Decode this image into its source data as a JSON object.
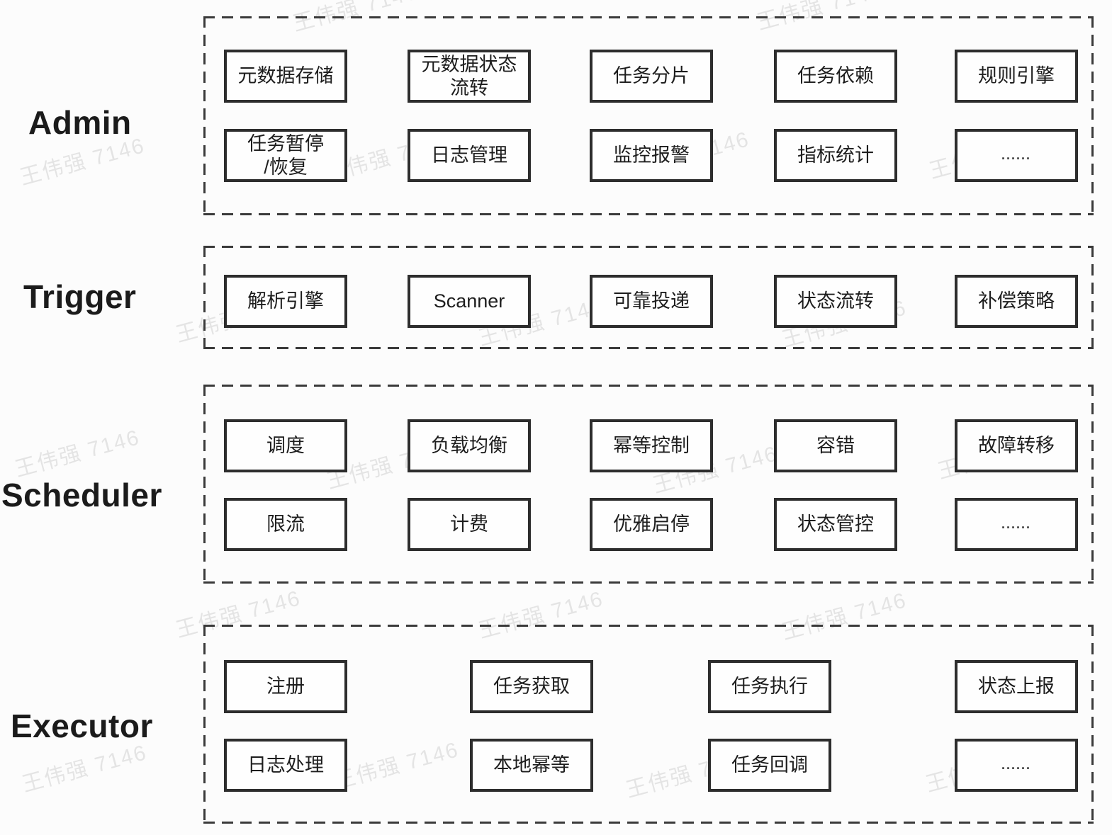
{
  "watermark": {
    "text": "王伟强 7146"
  },
  "colors": {
    "background": "#fcfcfc",
    "box_border": "#2d2d2d",
    "dashed_border": "#3a3a3a",
    "text": "#1d1d1d",
    "watermark": "#d9d9d9"
  },
  "sections": {
    "admin": {
      "label": "Admin",
      "row1": [
        "元数据存储",
        "元数据状态\n流转",
        "任务分片",
        "任务依赖",
        "规则引擎"
      ],
      "row2": [
        "任务暂停\n/恢复",
        "日志管理",
        "监控报警",
        "指标统计",
        "......"
      ]
    },
    "trigger": {
      "label": "Trigger",
      "row1": [
        "解析引擎",
        "Scanner",
        "可靠投递",
        "状态流转",
        "补偿策略"
      ]
    },
    "scheduler": {
      "label": "Scheduler",
      "row1": [
        "调度",
        "负载均衡",
        "幂等控制",
        "容错",
        "故障转移"
      ],
      "row2": [
        "限流",
        "计费",
        "优雅启停",
        "状态管控",
        "......"
      ]
    },
    "executor": {
      "label": "Executor",
      "row1": [
        "注册",
        "任务获取",
        "任务执行",
        "状态上报"
      ],
      "row2": [
        "日志处理",
        "本地幂等",
        "任务回调",
        "......"
      ]
    }
  }
}
